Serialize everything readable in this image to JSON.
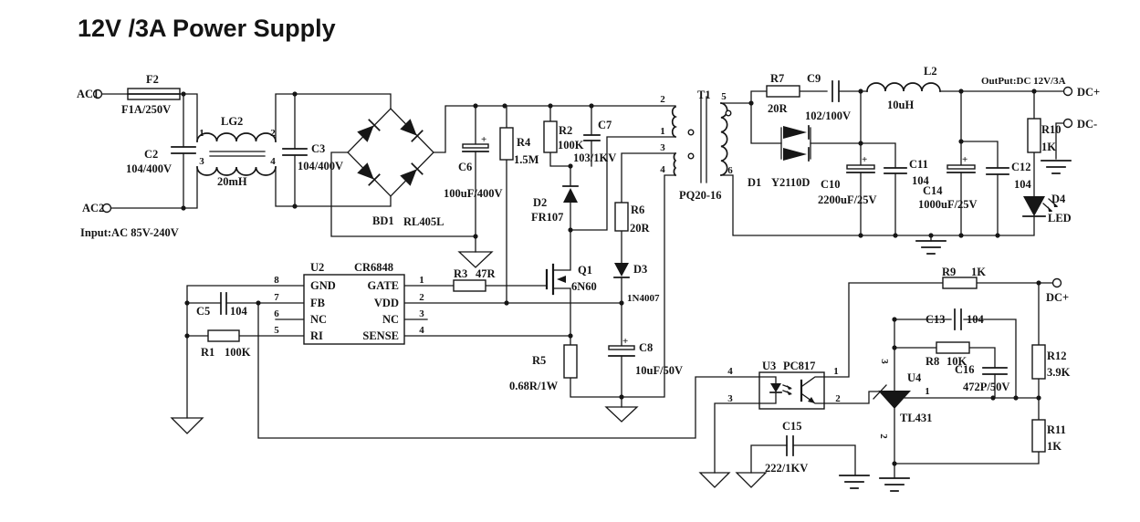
{
  "title": "12V /3A Power Supply",
  "input": {
    "ac1": "AC1",
    "ac2": "AC2",
    "note": "Input:AC 85V-240V"
  },
  "output": {
    "note": "OutPut:DC 12V/3A",
    "dc_plus": "DC+",
    "dc_minus": "DC-",
    "dc_plus_fb": "DC+"
  },
  "components": {
    "f2": {
      "ref": "F2",
      "val": "F1A/250V"
    },
    "c2": {
      "ref": "C2",
      "val": "104/400V"
    },
    "lg2": {
      "ref": "LG2",
      "val": "20mH",
      "p1": "1",
      "p2": "2",
      "p3": "3",
      "p4": "4"
    },
    "c3": {
      "ref": "C3",
      "val": "104/400V"
    },
    "bd1": {
      "ref": "BD1",
      "val": "RL405L"
    },
    "c6": {
      "ref": "C6",
      "val": "100uF/400V",
      "plus": "+"
    },
    "r4": {
      "ref": "R4",
      "val": "1.5M"
    },
    "r2": {
      "ref": "R2",
      "val": "100K"
    },
    "c7": {
      "ref": "C7",
      "val": "103/1KV"
    },
    "d2": {
      "ref": "D2",
      "val": "FR107"
    },
    "r6": {
      "ref": "R6",
      "val": "20R"
    },
    "t1": {
      "ref": "T1",
      "val": "PQ20-16",
      "p1": "1",
      "p2": "2",
      "p3": "3",
      "p4": "4",
      "p5": "5",
      "p6": "6"
    },
    "r7": {
      "ref": "R7",
      "val": "20R"
    },
    "c9": {
      "ref": "C9",
      "val": "102/100V"
    },
    "l2": {
      "ref": "L2",
      "val": "10uH"
    },
    "d1": {
      "ref": "D1",
      "val": "Y2110D"
    },
    "c10": {
      "ref": "C10",
      "val": "2200uF/25V",
      "plus": "+"
    },
    "c11": {
      "ref": "C11",
      "val": "104"
    },
    "c14": {
      "ref": "C14",
      "val": "1000uF/25V",
      "plus": "+"
    },
    "c12": {
      "ref": "C12",
      "val": "104"
    },
    "r10": {
      "ref": "R10",
      "val": "1K"
    },
    "d4": {
      "ref": "D4",
      "val": "LED"
    },
    "u2": {
      "ref": "U2",
      "val": "CR6848",
      "pins_left": [
        "GND",
        "FB",
        "NC",
        "RI"
      ],
      "nums_left": [
        "8",
        "7",
        "6",
        "5"
      ],
      "pins_right": [
        "GATE",
        "VDD",
        "NC",
        "SENSE"
      ],
      "nums_right": [
        "1",
        "2",
        "3",
        "4"
      ]
    },
    "c5": {
      "ref": "C5",
      "val": "104"
    },
    "r1": {
      "ref": "R1",
      "val": "100K"
    },
    "r3": {
      "ref": "R3",
      "val": "47R"
    },
    "q1": {
      "ref": "Q1",
      "val": "6N60"
    },
    "d3": {
      "ref": "D3",
      "val": "1N4007"
    },
    "c8": {
      "ref": "C8",
      "val": "10uF/50V",
      "plus": "+"
    },
    "r5": {
      "ref": "R5",
      "val": "0.68R/1W"
    },
    "u3": {
      "ref": "U3",
      "val": "PC817",
      "p1": "1",
      "p2": "2",
      "p3": "3",
      "p4": "4"
    },
    "c15": {
      "ref": "C15",
      "val": "222/1KV"
    },
    "u4": {
      "ref": "U4",
      "val": "TL431",
      "p1": "1",
      "p2": "2",
      "p3": "3"
    },
    "r9": {
      "ref": "R9",
      "val": "1K"
    },
    "c13": {
      "ref": "C13",
      "val": "104"
    },
    "r8": {
      "ref": "R8",
      "val": "10K"
    },
    "c16": {
      "ref": "C16",
      "val": "472P/50V"
    },
    "r12": {
      "ref": "R12",
      "val": "3.9K"
    },
    "r11": {
      "ref": "R11",
      "val": "1K"
    }
  }
}
